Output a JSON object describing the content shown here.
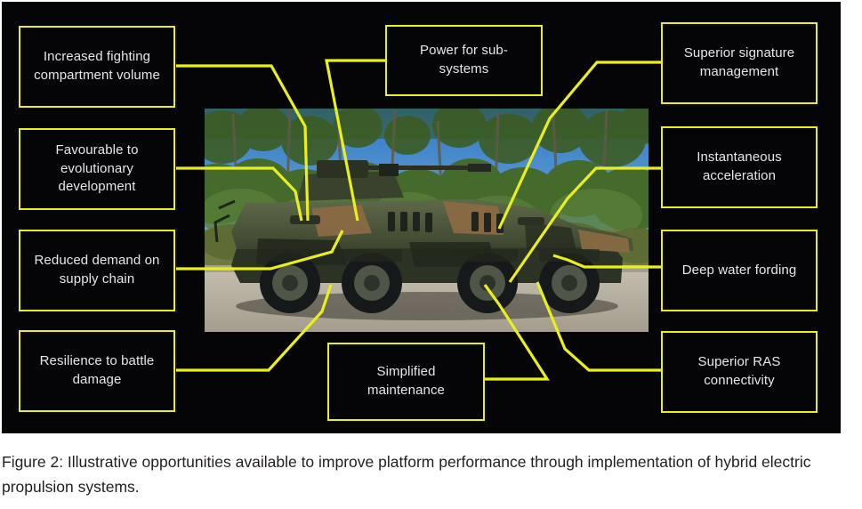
{
  "figure": {
    "caption": "Figure 2: Illustrative opportunities available to improve platform performance through implementation of hybrid electric propulsion systems.",
    "panel_background": "#050507",
    "accent_color": "#e9ee1e",
    "label_text_color": "#e6e6e6"
  },
  "photo": {
    "alt": "Side view of an eight-wheeled camouflaged armoured fighting vehicle on a gravel road with eucalyptus trees and blue sky behind",
    "sky_color": "#3f86c8",
    "foliage_color": "#4a6b33",
    "ground_color": "#b9b3a6",
    "hull_green": "#4e5a3c",
    "hull_brown": "#8a6a43",
    "hull_dark": "#262a24"
  },
  "callouts": {
    "left": [
      {
        "id": "increased-fighting-compartment-volume",
        "label": "Increased fighting compartment volume"
      },
      {
        "id": "favourable-to-evolutionary-development",
        "label": "Favourable to evolutionary development"
      },
      {
        "id": "reduced-demand-on-supply-chain",
        "label": "Reduced demand on supply chain"
      },
      {
        "id": "resilience-to-battle-damage",
        "label": "Resilience to battle damage"
      }
    ],
    "right": [
      {
        "id": "superior-signature-management",
        "label": "Superior signature management"
      },
      {
        "id": "instantaneous-acceleration",
        "label": "Instantaneous acceleration"
      },
      {
        "id": "deep-water-fording",
        "label": "Deep water fording"
      },
      {
        "id": "superior-ras-connectivity",
        "label": "Superior RAS connectivity"
      }
    ],
    "top": {
      "id": "power-for-sub-systems",
      "label": "Power for sub-systems"
    },
    "bottom": {
      "id": "simplified-maintenance",
      "label": "Simplified maintenance"
    }
  }
}
